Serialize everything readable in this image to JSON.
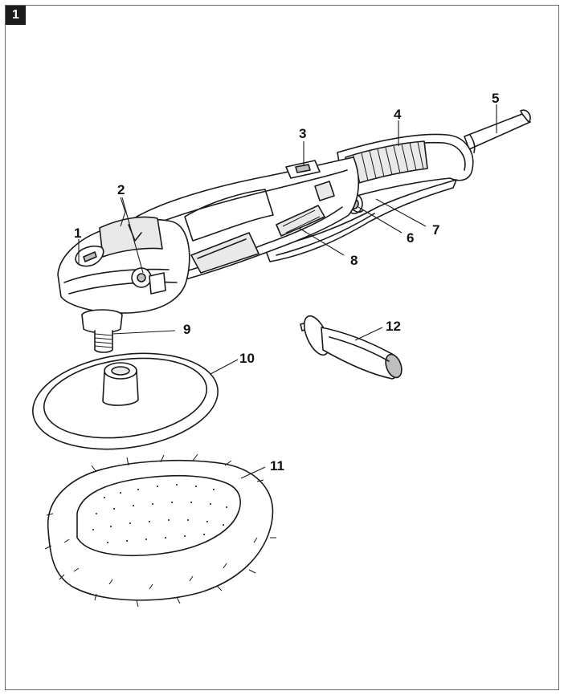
{
  "figure": {
    "number": "1"
  },
  "parts": [
    {
      "id": "part-1",
      "label": "1"
    },
    {
      "id": "part-2",
      "label": "2"
    },
    {
      "id": "part-3",
      "label": "3"
    },
    {
      "id": "part-4",
      "label": "4"
    },
    {
      "id": "part-5",
      "label": "5"
    },
    {
      "id": "part-6",
      "label": "6"
    },
    {
      "id": "part-7",
      "label": "7"
    },
    {
      "id": "part-8",
      "label": "8"
    },
    {
      "id": "part-9",
      "label": "9"
    },
    {
      "id": "part-10",
      "label": "10"
    },
    {
      "id": "part-11",
      "label": "11"
    },
    {
      "id": "part-12",
      "label": "12"
    }
  ],
  "colors": {
    "line": "#1a1a1a",
    "badge": "#1b1b1b",
    "frame": "#6a6a6a"
  }
}
